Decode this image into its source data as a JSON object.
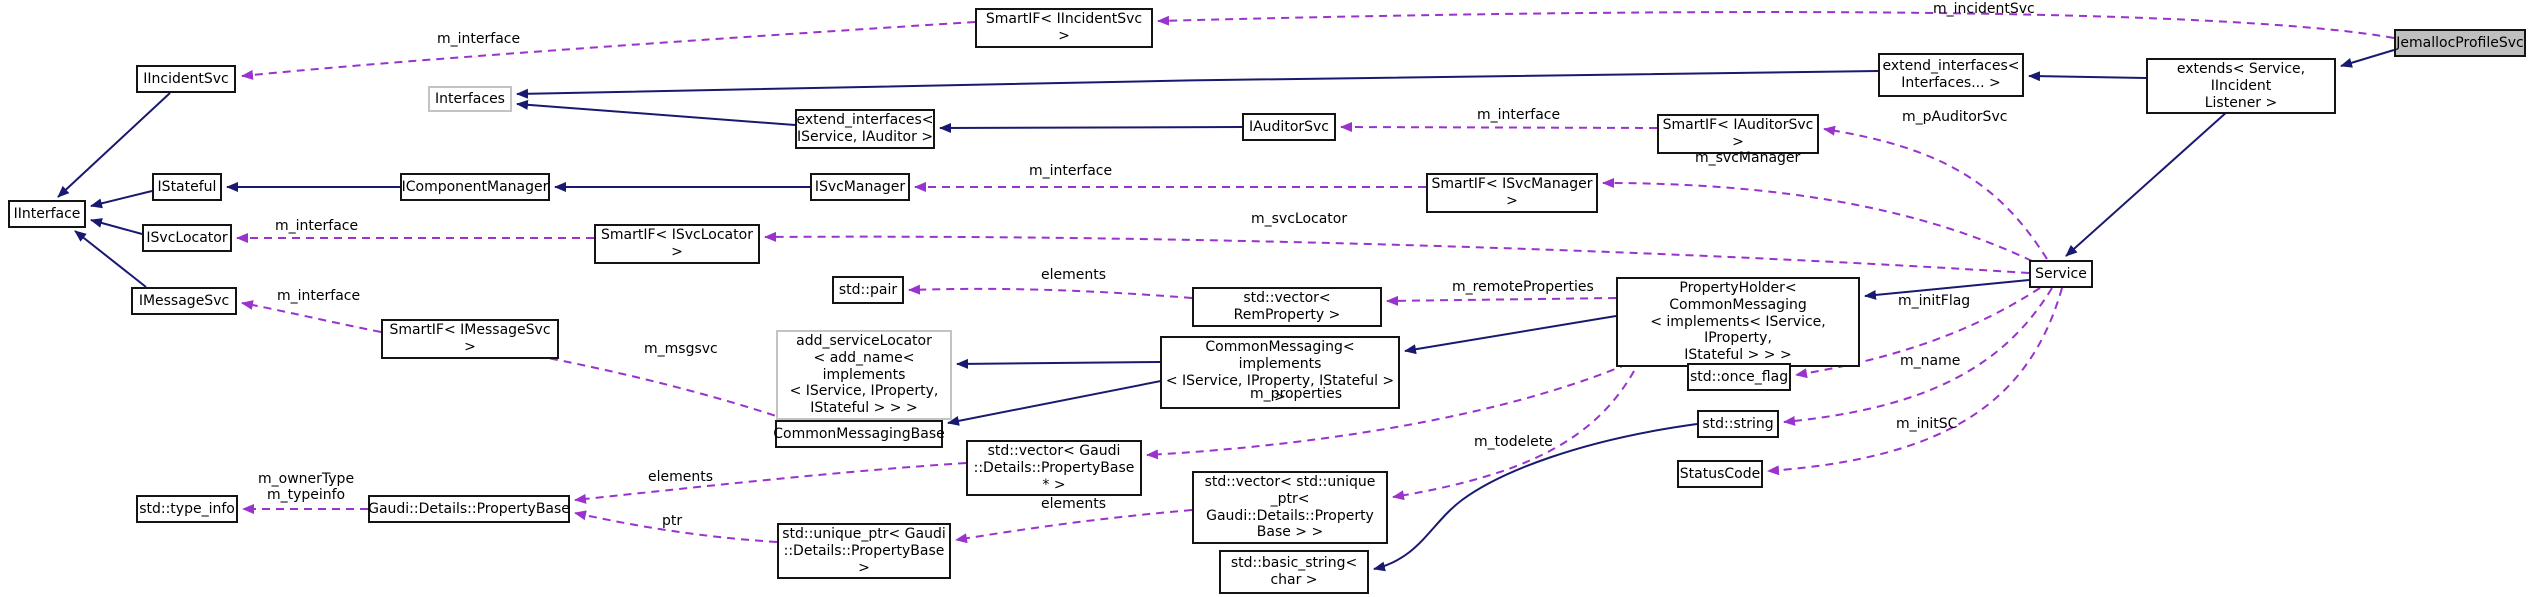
{
  "diagram": {
    "kind": "doxygen-collaboration-graph",
    "focus_class": "JemallocProfileSvc"
  },
  "colors": {
    "inherit_edge": "#191970",
    "usage_edge": "#9a32cd",
    "node_border": "#141414",
    "muted_node_border": "#c3c3c3",
    "highlight_node_bg": "#bfbfbf",
    "background": "#ffffff",
    "text": "#000000"
  },
  "nodes": [
    {
      "id": "smartif_iincidentsvc",
      "label": "SmartIF< IIncidentSvc >",
      "variant": "plain"
    },
    {
      "id": "jemalloc",
      "label": "JemallocProfileSvc",
      "variant": "highlight"
    },
    {
      "id": "ext_ifaces",
      "label": "extend_interfaces<\nInterfaces... >",
      "variant": "plain"
    },
    {
      "id": "extends_svc",
      "label": "extends< Service, IIncident\nListener >",
      "variant": "plain"
    },
    {
      "id": "iincidentsvc",
      "label": "IIncidentSvc",
      "variant": "plain"
    },
    {
      "id": "interfaces",
      "label": "Interfaces",
      "variant": "muted"
    },
    {
      "id": "ext_iservice",
      "label": "extend_interfaces<\nIService, IAuditor >",
      "variant": "plain"
    },
    {
      "id": "iauditorsvc",
      "label": "IAuditorSvc",
      "variant": "plain"
    },
    {
      "id": "smartif_iauditorsvc",
      "label": "SmartIF< IAuditorSvc >",
      "variant": "plain"
    },
    {
      "id": "istateful",
      "label": "IStateful",
      "variant": "plain"
    },
    {
      "id": "icompmgr",
      "label": "IComponentManager",
      "variant": "plain"
    },
    {
      "id": "isvcmgr",
      "label": "ISvcManager",
      "variant": "plain"
    },
    {
      "id": "smartif_isvcmgr",
      "label": "SmartIF< ISvcManager >",
      "variant": "plain"
    },
    {
      "id": "iinterface",
      "label": "IInterface",
      "variant": "plain"
    },
    {
      "id": "isvclocator",
      "label": "ISvcLocator",
      "variant": "plain"
    },
    {
      "id": "smartif_isvcloc",
      "label": "SmartIF< ISvcLocator >",
      "variant": "plain"
    },
    {
      "id": "service",
      "label": "Service",
      "variant": "plain"
    },
    {
      "id": "propertyholder",
      "label": "PropertyHolder< CommonMessaging\n< implements< IService, IProperty,\nIStateful > > >",
      "variant": "plain"
    },
    {
      "id": "imessagesvc",
      "label": "IMessageSvc",
      "variant": "plain"
    },
    {
      "id": "std_pair",
      "label": "std::pair",
      "variant": "plain"
    },
    {
      "id": "vector_rem",
      "label": "std::vector< RemProperty >",
      "variant": "plain"
    },
    {
      "id": "smartif_imsg",
      "label": "SmartIF< IMessageSvc >",
      "variant": "plain"
    },
    {
      "id": "add_svcloc",
      "label": "add_serviceLocator\n< add_name< implements\n< IService, IProperty,\nIStateful > > >",
      "variant": "muted"
    },
    {
      "id": "commonmessaging",
      "label": "CommonMessaging< implements\n< IService, IProperty, IStateful > >",
      "variant": "plain"
    },
    {
      "id": "once_flag",
      "label": "std::once_flag",
      "variant": "plain"
    },
    {
      "id": "cmbase",
      "label": "CommonMessagingBase",
      "variant": "plain"
    },
    {
      "id": "std_string",
      "label": "std::string",
      "variant": "plain"
    },
    {
      "id": "statuscode",
      "label": "StatusCode",
      "variant": "plain"
    },
    {
      "id": "vector_pb",
      "label": "std::vector< Gaudi\n::Details::PropertyBase * >",
      "variant": "plain"
    },
    {
      "id": "vector_uq",
      "label": "std::vector< std::unique\n_ptr< Gaudi::Details::Property\nBase > >",
      "variant": "plain"
    },
    {
      "id": "typeinfo",
      "label": "std::type_info",
      "variant": "plain"
    },
    {
      "id": "propertybase",
      "label": "Gaudi::Details::PropertyBase",
      "variant": "plain"
    },
    {
      "id": "uniqueptr",
      "label": "std::unique_ptr< Gaudi\n::Details::PropertyBase >",
      "variant": "plain"
    },
    {
      "id": "basicstring",
      "label": "std::basic_string<\nchar >",
      "variant": "plain"
    }
  ],
  "edges": [
    {
      "id": "e1",
      "kind": "inherit"
    },
    {
      "id": "e2",
      "kind": "inherit"
    },
    {
      "id": "e3",
      "kind": "inherit"
    },
    {
      "id": "e4",
      "kind": "inherit"
    },
    {
      "id": "e5",
      "kind": "inherit"
    },
    {
      "id": "e6",
      "kind": "inherit"
    },
    {
      "id": "e7",
      "kind": "inherit"
    },
    {
      "id": "e8",
      "kind": "inherit"
    },
    {
      "id": "e9",
      "kind": "inherit"
    },
    {
      "id": "e10",
      "kind": "inherit"
    },
    {
      "id": "e11",
      "kind": "inherit"
    },
    {
      "id": "e12",
      "kind": "inherit"
    },
    {
      "id": "e13",
      "kind": "inherit"
    },
    {
      "id": "e14",
      "kind": "inherit"
    },
    {
      "id": "e15",
      "kind": "inherit"
    },
    {
      "id": "e16",
      "kind": "inherit"
    },
    {
      "id": "e17",
      "kind": "inherit"
    },
    {
      "id": "d1",
      "kind": "uses",
      "label": "m_interface"
    },
    {
      "id": "d2",
      "kind": "uses",
      "label": "m_incidentSvc"
    },
    {
      "id": "d3",
      "kind": "uses",
      "label": "m_interface"
    },
    {
      "id": "d4",
      "kind": "uses",
      "label": "m_pAuditorSvc"
    },
    {
      "id": "d5",
      "kind": "uses",
      "label": "m_interface"
    },
    {
      "id": "d6",
      "kind": "uses",
      "label": "m_svcManager"
    },
    {
      "id": "d7",
      "kind": "uses",
      "label": "m_interface"
    },
    {
      "id": "d8",
      "kind": "uses",
      "label": "m_svcLocator"
    },
    {
      "id": "d9",
      "kind": "uses",
      "label": "elements"
    },
    {
      "id": "d10",
      "kind": "uses",
      "label": "m_remoteProperties"
    },
    {
      "id": "d11",
      "kind": "uses",
      "label": "m_initFlag"
    },
    {
      "id": "d12",
      "kind": "uses",
      "label": "m_name"
    },
    {
      "id": "d13",
      "kind": "uses",
      "label": "m_initSC"
    },
    {
      "id": "d14",
      "kind": "uses",
      "label": "m_properties"
    },
    {
      "id": "d15",
      "kind": "uses",
      "label": "m_todelete"
    },
    {
      "id": "d16",
      "kind": "uses",
      "label": "m_msgsvc"
    },
    {
      "id": "d17",
      "kind": "uses",
      "label": "m_interface"
    },
    {
      "id": "d18",
      "kind": "uses",
      "label": "elements"
    },
    {
      "id": "d19",
      "kind": "uses",
      "label": "ptr"
    },
    {
      "id": "d20",
      "kind": "uses",
      "label": "elements"
    },
    {
      "id": "d21",
      "kind": "uses",
      "label": "m_ownerType\nm_typeinfo"
    }
  ]
}
